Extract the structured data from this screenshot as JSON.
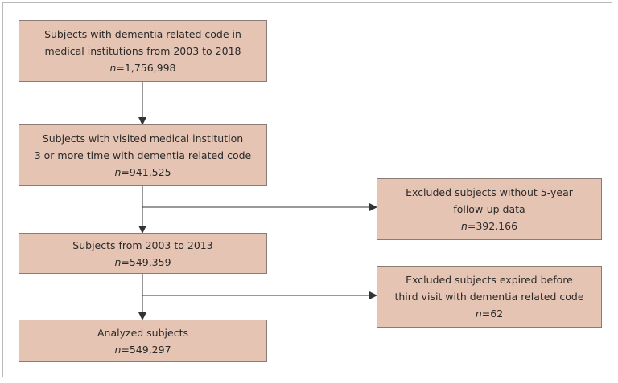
{
  "boxes": {
    "b1": {
      "line1": "Subjects with dementia related code in",
      "line2": "medical institutions from 2003 to 2018",
      "n_label": "n",
      "n_value": "=1,756,998"
    },
    "b2": {
      "line1": "Subjects with visited medical institution",
      "line2": "3 or more time with dementia related code",
      "n_label": "n",
      "n_value": "=941,525"
    },
    "b3": {
      "line1": "Subjects from 2003 to 2013",
      "n_label": "n",
      "n_value": "=549,359"
    },
    "b4": {
      "line1": "Analyzed subjects",
      "n_label": "n",
      "n_value": "=549,297"
    },
    "ex1": {
      "line1": "Excluded subjects without 5-year",
      "line2": "follow-up data",
      "n_label": "n",
      "n_value": "=392,166"
    },
    "ex2": {
      "line1": "Excluded subjects expired before",
      "line2": "third visit with dementia related code",
      "n_label": "n",
      "n_value": "=62"
    }
  },
  "colors": {
    "box_fill": "#e6c4b3",
    "box_border": "#8a7c74",
    "arrow": "#333333"
  }
}
